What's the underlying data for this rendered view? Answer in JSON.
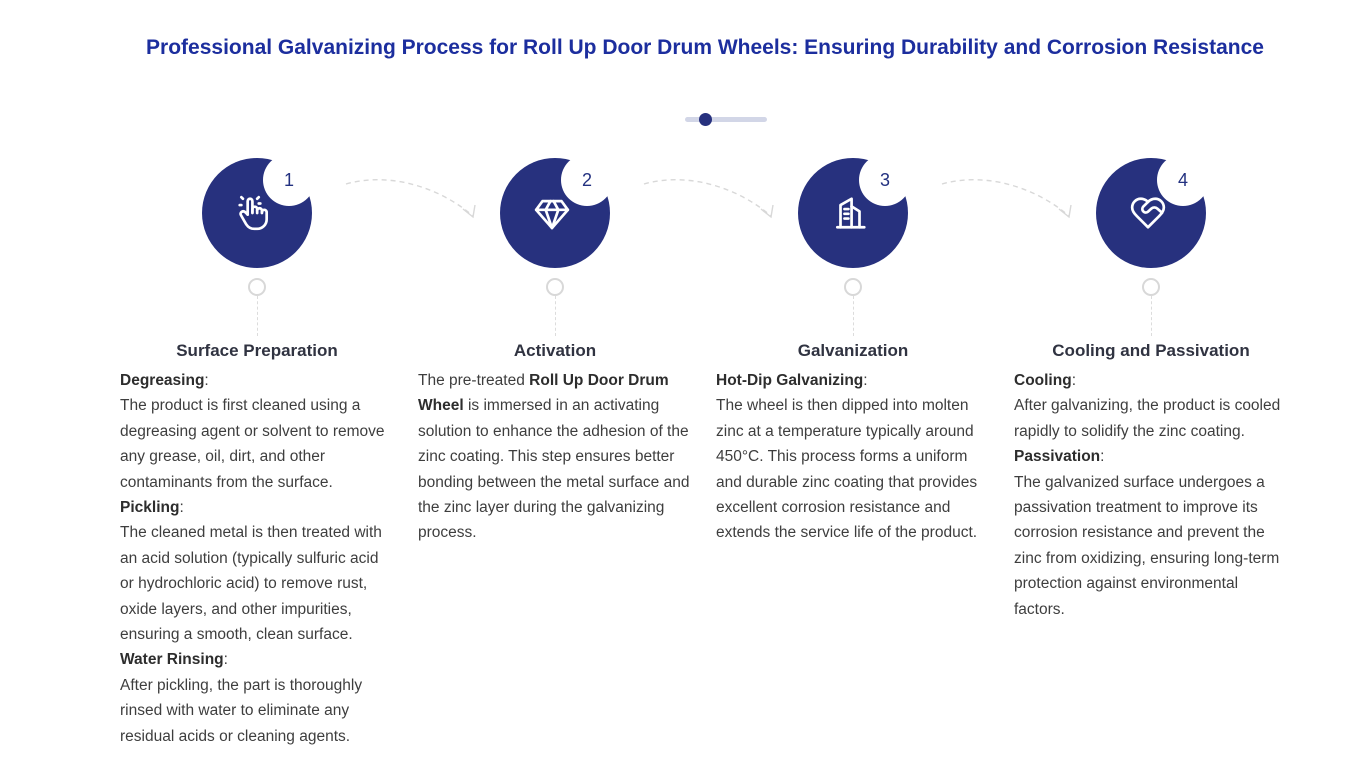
{
  "header": {
    "title": "Professional Galvanizing Process for Roll Up Door Drum Wheels: Ensuring Durability and Corrosion Resistance"
  },
  "theme": {
    "title_color": "#1c2e9e",
    "bubble_color": "#27317e",
    "divider_track_color": "#d2d6e7",
    "divider_dot_color": "#27317e",
    "connector_color": "#d8d8d8"
  },
  "steps": [
    {
      "number": "1",
      "icon": "hand-click-icon",
      "title": "Surface Preparation",
      "blocks": [
        {
          "segments": [
            {
              "text": "Degreasing",
              "bold": true
            },
            {
              "text": ":",
              "bold": false
            }
          ]
        },
        {
          "segments": [
            {
              "text": "The product is first cleaned using a degreasing agent or solvent to remove any grease, oil, dirt, and other contaminants from the surface.",
              "bold": false
            }
          ]
        },
        {
          "segments": [
            {
              "text": "Pickling",
              "bold": true
            },
            {
              "text": ":",
              "bold": false
            }
          ]
        },
        {
          "segments": [
            {
              "text": "The cleaned metal is then treated with an acid solution (typically sulfuric acid or hydrochloric acid) to remove rust, oxide layers, and other impurities, ensuring a smooth, clean surface.",
              "bold": false
            }
          ]
        },
        {
          "segments": [
            {
              "text": "Water Rinsing",
              "bold": true
            },
            {
              "text": ":",
              "bold": false
            }
          ]
        },
        {
          "segments": [
            {
              "text": "After pickling, the part is thoroughly rinsed with water to eliminate any residual acids or cleaning agents.",
              "bold": false
            }
          ]
        }
      ]
    },
    {
      "number": "2",
      "icon": "gem-icon",
      "title": "Activation",
      "blocks": [
        {
          "segments": [
            {
              "text": "The pre-treated ",
              "bold": false
            },
            {
              "text": "Roll Up Door Drum Wheel",
              "bold": true
            },
            {
              "text": " is immersed in an activating solution to enhance the adhesion of the zinc coating. This step ensures better bonding between the metal surface and the zinc layer during the galvanizing process.",
              "bold": false
            }
          ]
        }
      ]
    },
    {
      "number": "3",
      "icon": "factory-building-icon",
      "title": "Galvanization",
      "blocks": [
        {
          "segments": [
            {
              "text": "Hot-Dip Galvanizing",
              "bold": true
            },
            {
              "text": ":",
              "bold": false
            }
          ]
        },
        {
          "segments": [
            {
              "text": "The wheel is then dipped into molten zinc at a temperature typically around 450°C. This process forms a uniform and durable zinc coating that provides excellent corrosion resistance and extends the service life of the product.",
              "bold": false
            }
          ]
        }
      ]
    },
    {
      "number": "4",
      "icon": "heart-handshake-icon",
      "title": "Cooling and Passivation",
      "blocks": [
        {
          "segments": [
            {
              "text": "Cooling",
              "bold": true
            },
            {
              "text": ":",
              "bold": false
            }
          ]
        },
        {
          "segments": [
            {
              "text": "After galvanizing, the product is cooled rapidly to solidify the zinc coating.",
              "bold": false
            }
          ]
        },
        {
          "segments": [
            {
              "text": "Passivation",
              "bold": true
            },
            {
              "text": ":",
              "bold": false
            }
          ]
        },
        {
          "segments": [
            {
              "text": "The galvanized surface undergoes a passivation treatment to improve its corrosion resistance and prevent the zinc from oxidizing, ensuring long-term protection against environmental factors.",
              "bold": false
            }
          ]
        }
      ]
    }
  ]
}
